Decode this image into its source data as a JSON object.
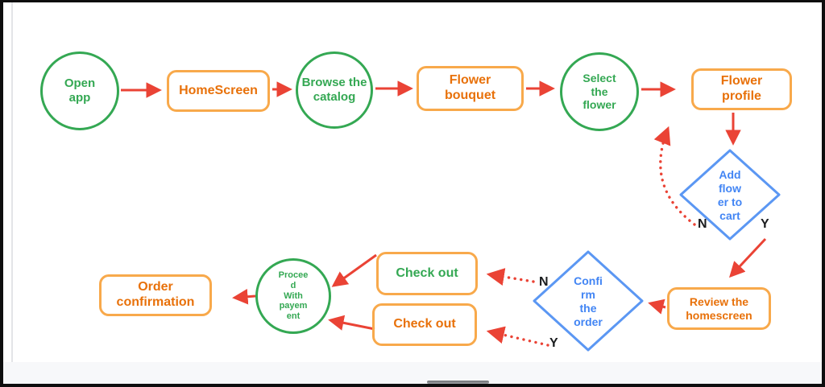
{
  "colors": {
    "green": "#34a853",
    "orange_border": "#f8a94b",
    "orange_text": "#e8710a",
    "blue_border": "#5b97f3",
    "blue_text": "#4285f4",
    "arrow_red": "#ea4335",
    "label_ink": "#1a1c1e"
  },
  "flowchart": {
    "open_app": "Open\napp",
    "homescreen": "HomeScreen",
    "browse_catalog": "Browse the\ncatalog",
    "flower_bouquet": "Flower\nbouquet",
    "select_flower": "Select\nthe\nflower",
    "flower_profile": "Flower\nprofile",
    "add_flower_to_cart": "Add\nflow\ner to\ncart",
    "review_homescreen": "Review the\nhomescreen",
    "confirm_order": "Confi\nrm\nthe\norder",
    "checkout_no": "Check out",
    "checkout_yes": "Check out",
    "proceed_with_payment": "Procee\nd\nWith\npayem\nent",
    "order_confirmation": "Order\nconfirmation",
    "labels": {
      "add_no": "N",
      "add_yes": "Y",
      "confirm_no": "N",
      "confirm_yes": "Y"
    },
    "edges": [
      {
        "from": "open_app",
        "to": "homescreen",
        "style": "solid"
      },
      {
        "from": "homescreen",
        "to": "browse_catalog",
        "style": "solid"
      },
      {
        "from": "browse_catalog",
        "to": "flower_bouquet",
        "style": "solid"
      },
      {
        "from": "flower_bouquet",
        "to": "select_flower",
        "style": "solid"
      },
      {
        "from": "select_flower",
        "to": "flower_profile",
        "style": "solid"
      },
      {
        "from": "flower_profile",
        "to": "add_flower_to_cart",
        "style": "solid"
      },
      {
        "from": "add_flower_to_cart",
        "to": "select_flower",
        "style": "dotted",
        "label": "N"
      },
      {
        "from": "add_flower_to_cart",
        "to": "review_homescreen",
        "style": "solid",
        "label": "Y"
      },
      {
        "from": "review_homescreen",
        "to": "confirm_order",
        "style": "solid"
      },
      {
        "from": "confirm_order",
        "to": "checkout_no",
        "style": "dotted",
        "label": "N"
      },
      {
        "from": "confirm_order",
        "to": "checkout_yes",
        "style": "dotted",
        "label": "Y"
      },
      {
        "from": "checkout_no",
        "to": "proceed_with_payment",
        "style": "solid"
      },
      {
        "from": "checkout_yes",
        "to": "proceed_with_payment",
        "style": "solid"
      },
      {
        "from": "proceed_with_payment",
        "to": "order_confirmation",
        "style": "solid"
      }
    ]
  }
}
